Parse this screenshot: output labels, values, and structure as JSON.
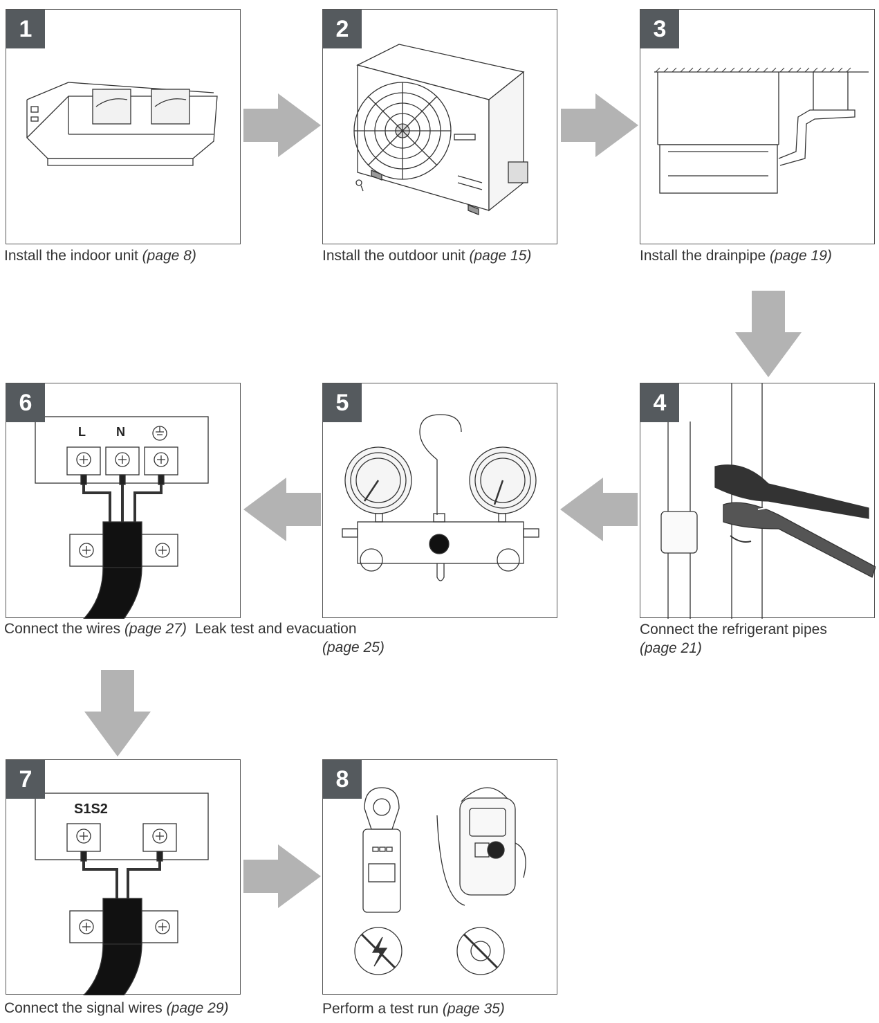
{
  "steps": [
    {
      "number": "1",
      "caption_text": "Install the indoor unit",
      "page_ref": "(page 8)"
    },
    {
      "number": "2",
      "caption_text": "Install the outdoor unit",
      "page_ref": "(page 15)"
    },
    {
      "number": "3",
      "caption_text": "Install the drainpipe",
      "page_ref": "(page 19)"
    },
    {
      "number": "4",
      "caption_text": "Connect the refrigerant pipes",
      "page_ref": "(page 21)"
    },
    {
      "number": "5",
      "caption_text": "Leak test and evacuation",
      "page_ref": "(page 25)"
    },
    {
      "number": "6",
      "caption_text": "Connect the wires",
      "page_ref": "(page 27)"
    },
    {
      "number": "7",
      "caption_text": "Connect the signal wires",
      "page_ref": "(page 29)"
    },
    {
      "number": "8",
      "caption_text": "Perform a test run",
      "page_ref": "(page 35)"
    }
  ],
  "terminal_labels": {
    "live": "L",
    "neutral": "N",
    "signal": "S1S2"
  },
  "colors": {
    "badge": "#555a5e",
    "arrow": "#b3b3b3",
    "border": "#555555"
  }
}
